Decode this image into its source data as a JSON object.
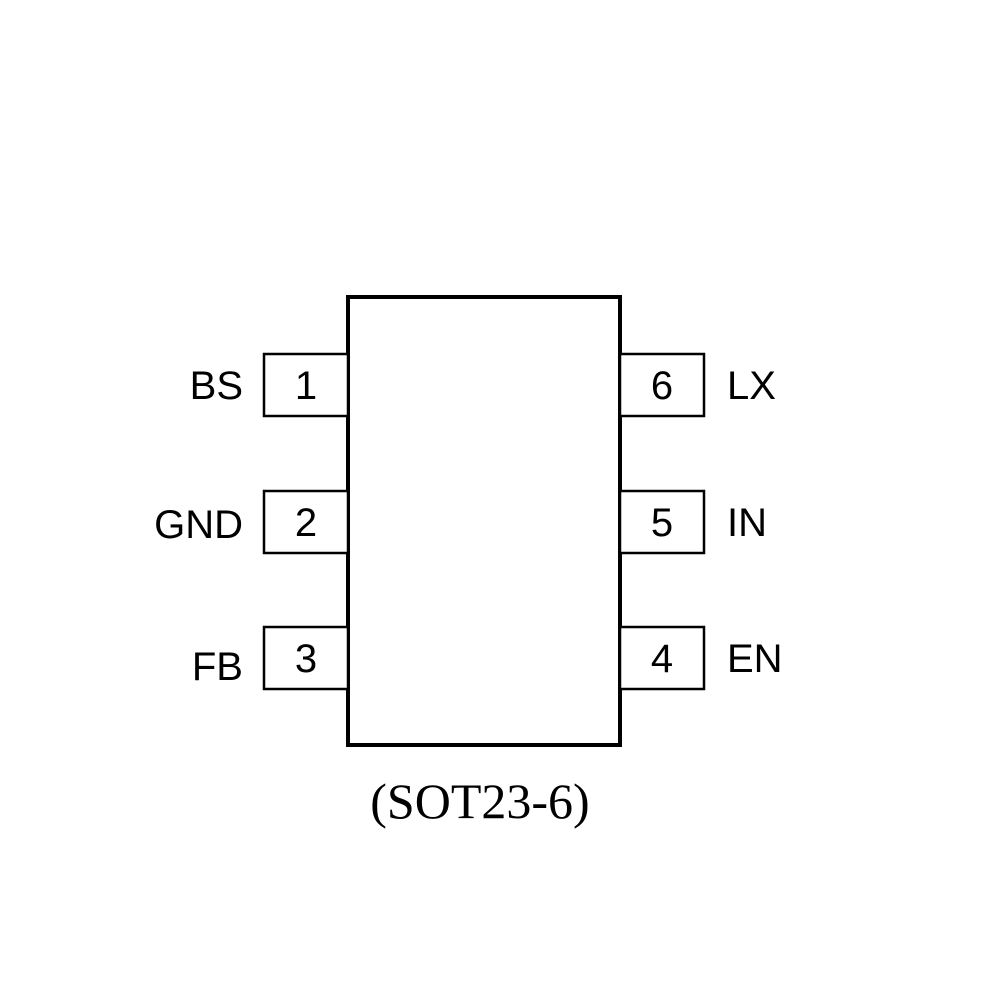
{
  "package": {
    "label": "(SOT23-6)"
  },
  "pins": {
    "p1": {
      "number": "1",
      "name": "BS",
      "side": "left"
    },
    "p2": {
      "number": "2",
      "name": "GND",
      "side": "left"
    },
    "p3": {
      "number": "3",
      "name": "FB",
      "side": "left"
    },
    "p4": {
      "number": "4",
      "name": "EN",
      "side": "right"
    },
    "p5": {
      "number": "5",
      "name": "IN",
      "side": "right"
    },
    "p6": {
      "number": "6",
      "name": "LX",
      "side": "right"
    }
  }
}
